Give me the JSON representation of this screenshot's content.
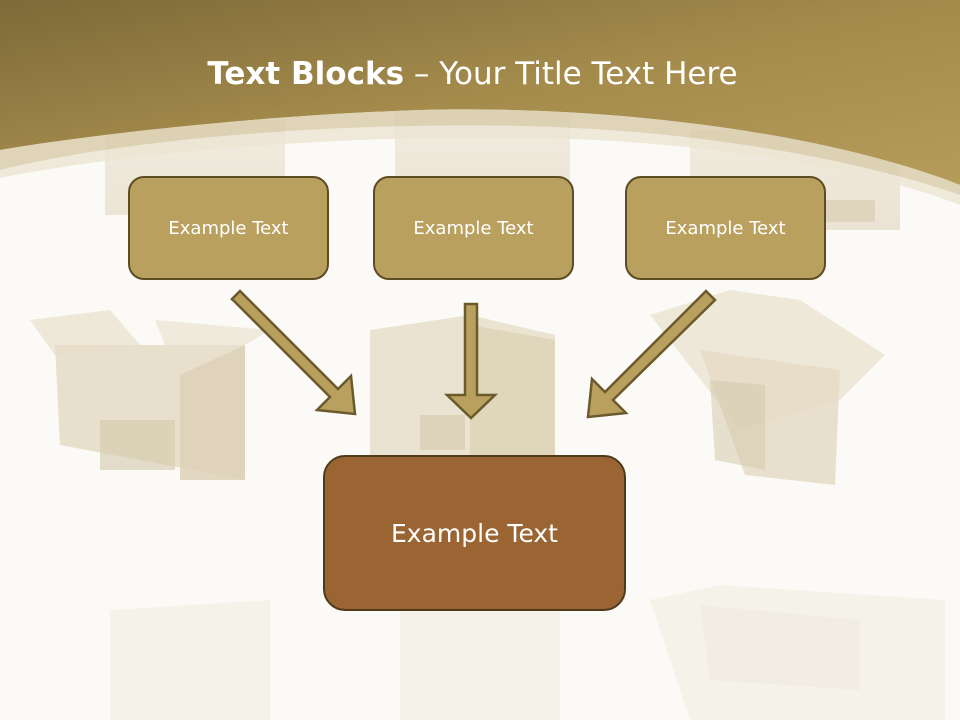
{
  "title": {
    "bold": "Text Blocks",
    "separator": " – ",
    "rest": "Your Title Text Here"
  },
  "blocks": [
    {
      "label": "Example Text"
    },
    {
      "label": "Example Text"
    },
    {
      "label": "Example Text"
    }
  ],
  "target": {
    "label": "Example Text"
  },
  "colors": {
    "header": "#a8904f",
    "box_fill": "#b9a05e",
    "box_border": "#5e4c22",
    "target_fill": "#9a6433",
    "arrow_fill": "#b9a05e",
    "arrow_stroke": "#6b5a2c",
    "background": "#fbfaf6"
  }
}
